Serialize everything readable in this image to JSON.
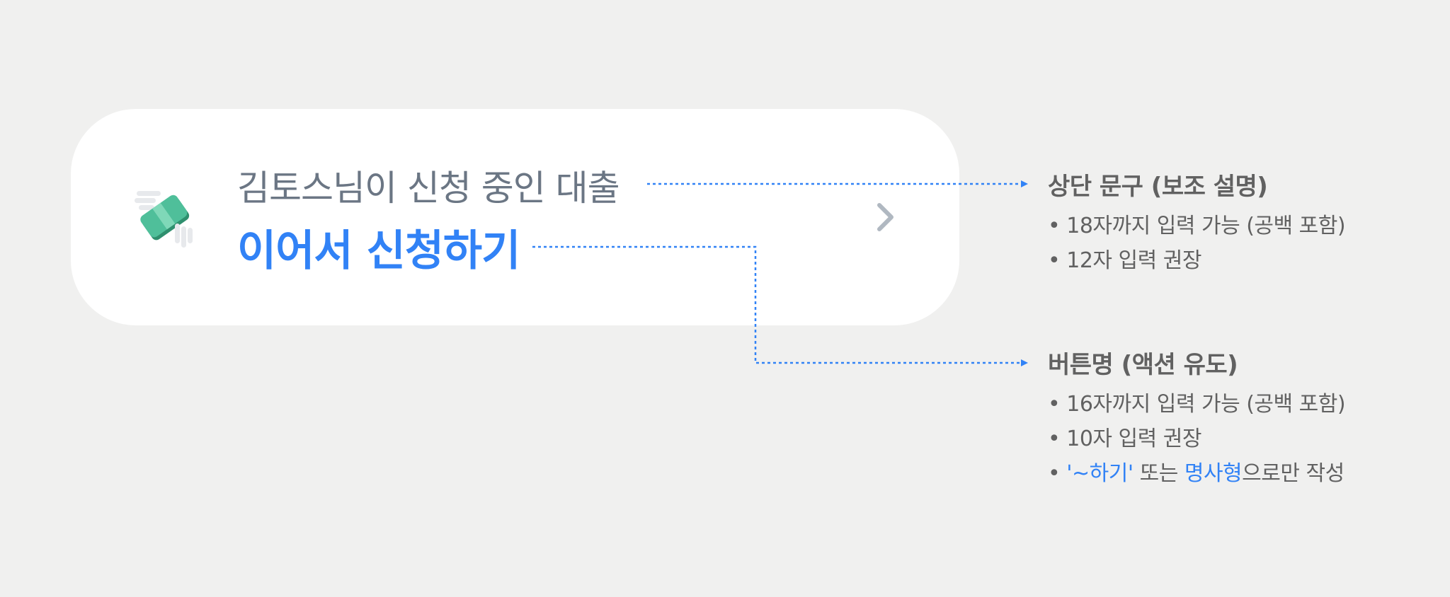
{
  "card": {
    "subtitle": "김토스님이 신청 중인 대출",
    "action_label": "이어서 신청하기",
    "icon": "winged-money-icon",
    "chevron_icon": "chevron-right-icon"
  },
  "annotations": [
    {
      "title": "상단 문구 (보조 설명)",
      "items": [
        "18자까지 입력 가능 (공백 포함)",
        "12자 입력 권장"
      ]
    },
    {
      "title": "버튼명 (액션 유도)",
      "items": [
        "16자까지 입력 가능 (공백 포함)",
        "10자 입력 권장"
      ],
      "rich_item": {
        "part1": "'~하기'",
        "part2": " 또는 ",
        "part3": "명사형",
        "part4": "으로만 작성"
      }
    }
  ],
  "colors": {
    "background": "#f0f0ef",
    "card": "#ffffff",
    "subtitle_text": "#6b7684",
    "accent_blue": "#3182f6",
    "note_text": "#616161",
    "icon_green": "#4fbf9a"
  }
}
